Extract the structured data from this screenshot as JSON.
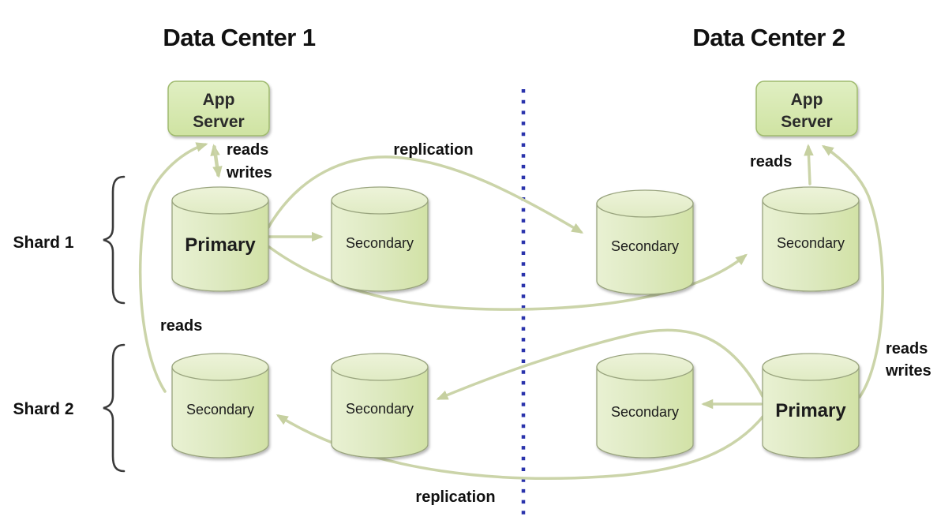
{
  "titles": {
    "dc1": "Data Center 1",
    "dc2": "Data Center 2"
  },
  "shards": {
    "s1": "Shard 1",
    "s2": "Shard 2"
  },
  "app_servers": {
    "dc1_line1": "App",
    "dc1_line2": "Server",
    "dc2_line1": "App",
    "dc2_line2": "Server"
  },
  "nodes": {
    "shard1_dc1_primary": "Primary",
    "shard1_dc1_secondary": "Secondary",
    "shard1_dc2_secondary_left": "Secondary",
    "shard1_dc2_secondary_right": "Secondary",
    "shard2_dc1_secondary_left": "Secondary",
    "shard2_dc1_secondary_right": "Secondary",
    "shard2_dc2_secondary": "Secondary",
    "shard2_dc2_primary": "Primary"
  },
  "edge_labels": {
    "dc1_reads": "reads",
    "dc1_writes": "writes",
    "replication_top": "replication",
    "dc2_reads": "reads",
    "left_reads": "reads",
    "dc2_reads_right": "reads",
    "dc2_writes_right": "writes",
    "replication_bottom": "replication"
  },
  "colors": {
    "node_fill_light": "#eaf2d4",
    "node_fill": "#dbe8b8",
    "node_fill_dark": "#d2e2a6",
    "node_border": "#98a37d",
    "app_border": "#9fba6e",
    "arrow": "#cbd4a9",
    "divider_blue": "#2a33ac",
    "text": "#111111"
  }
}
